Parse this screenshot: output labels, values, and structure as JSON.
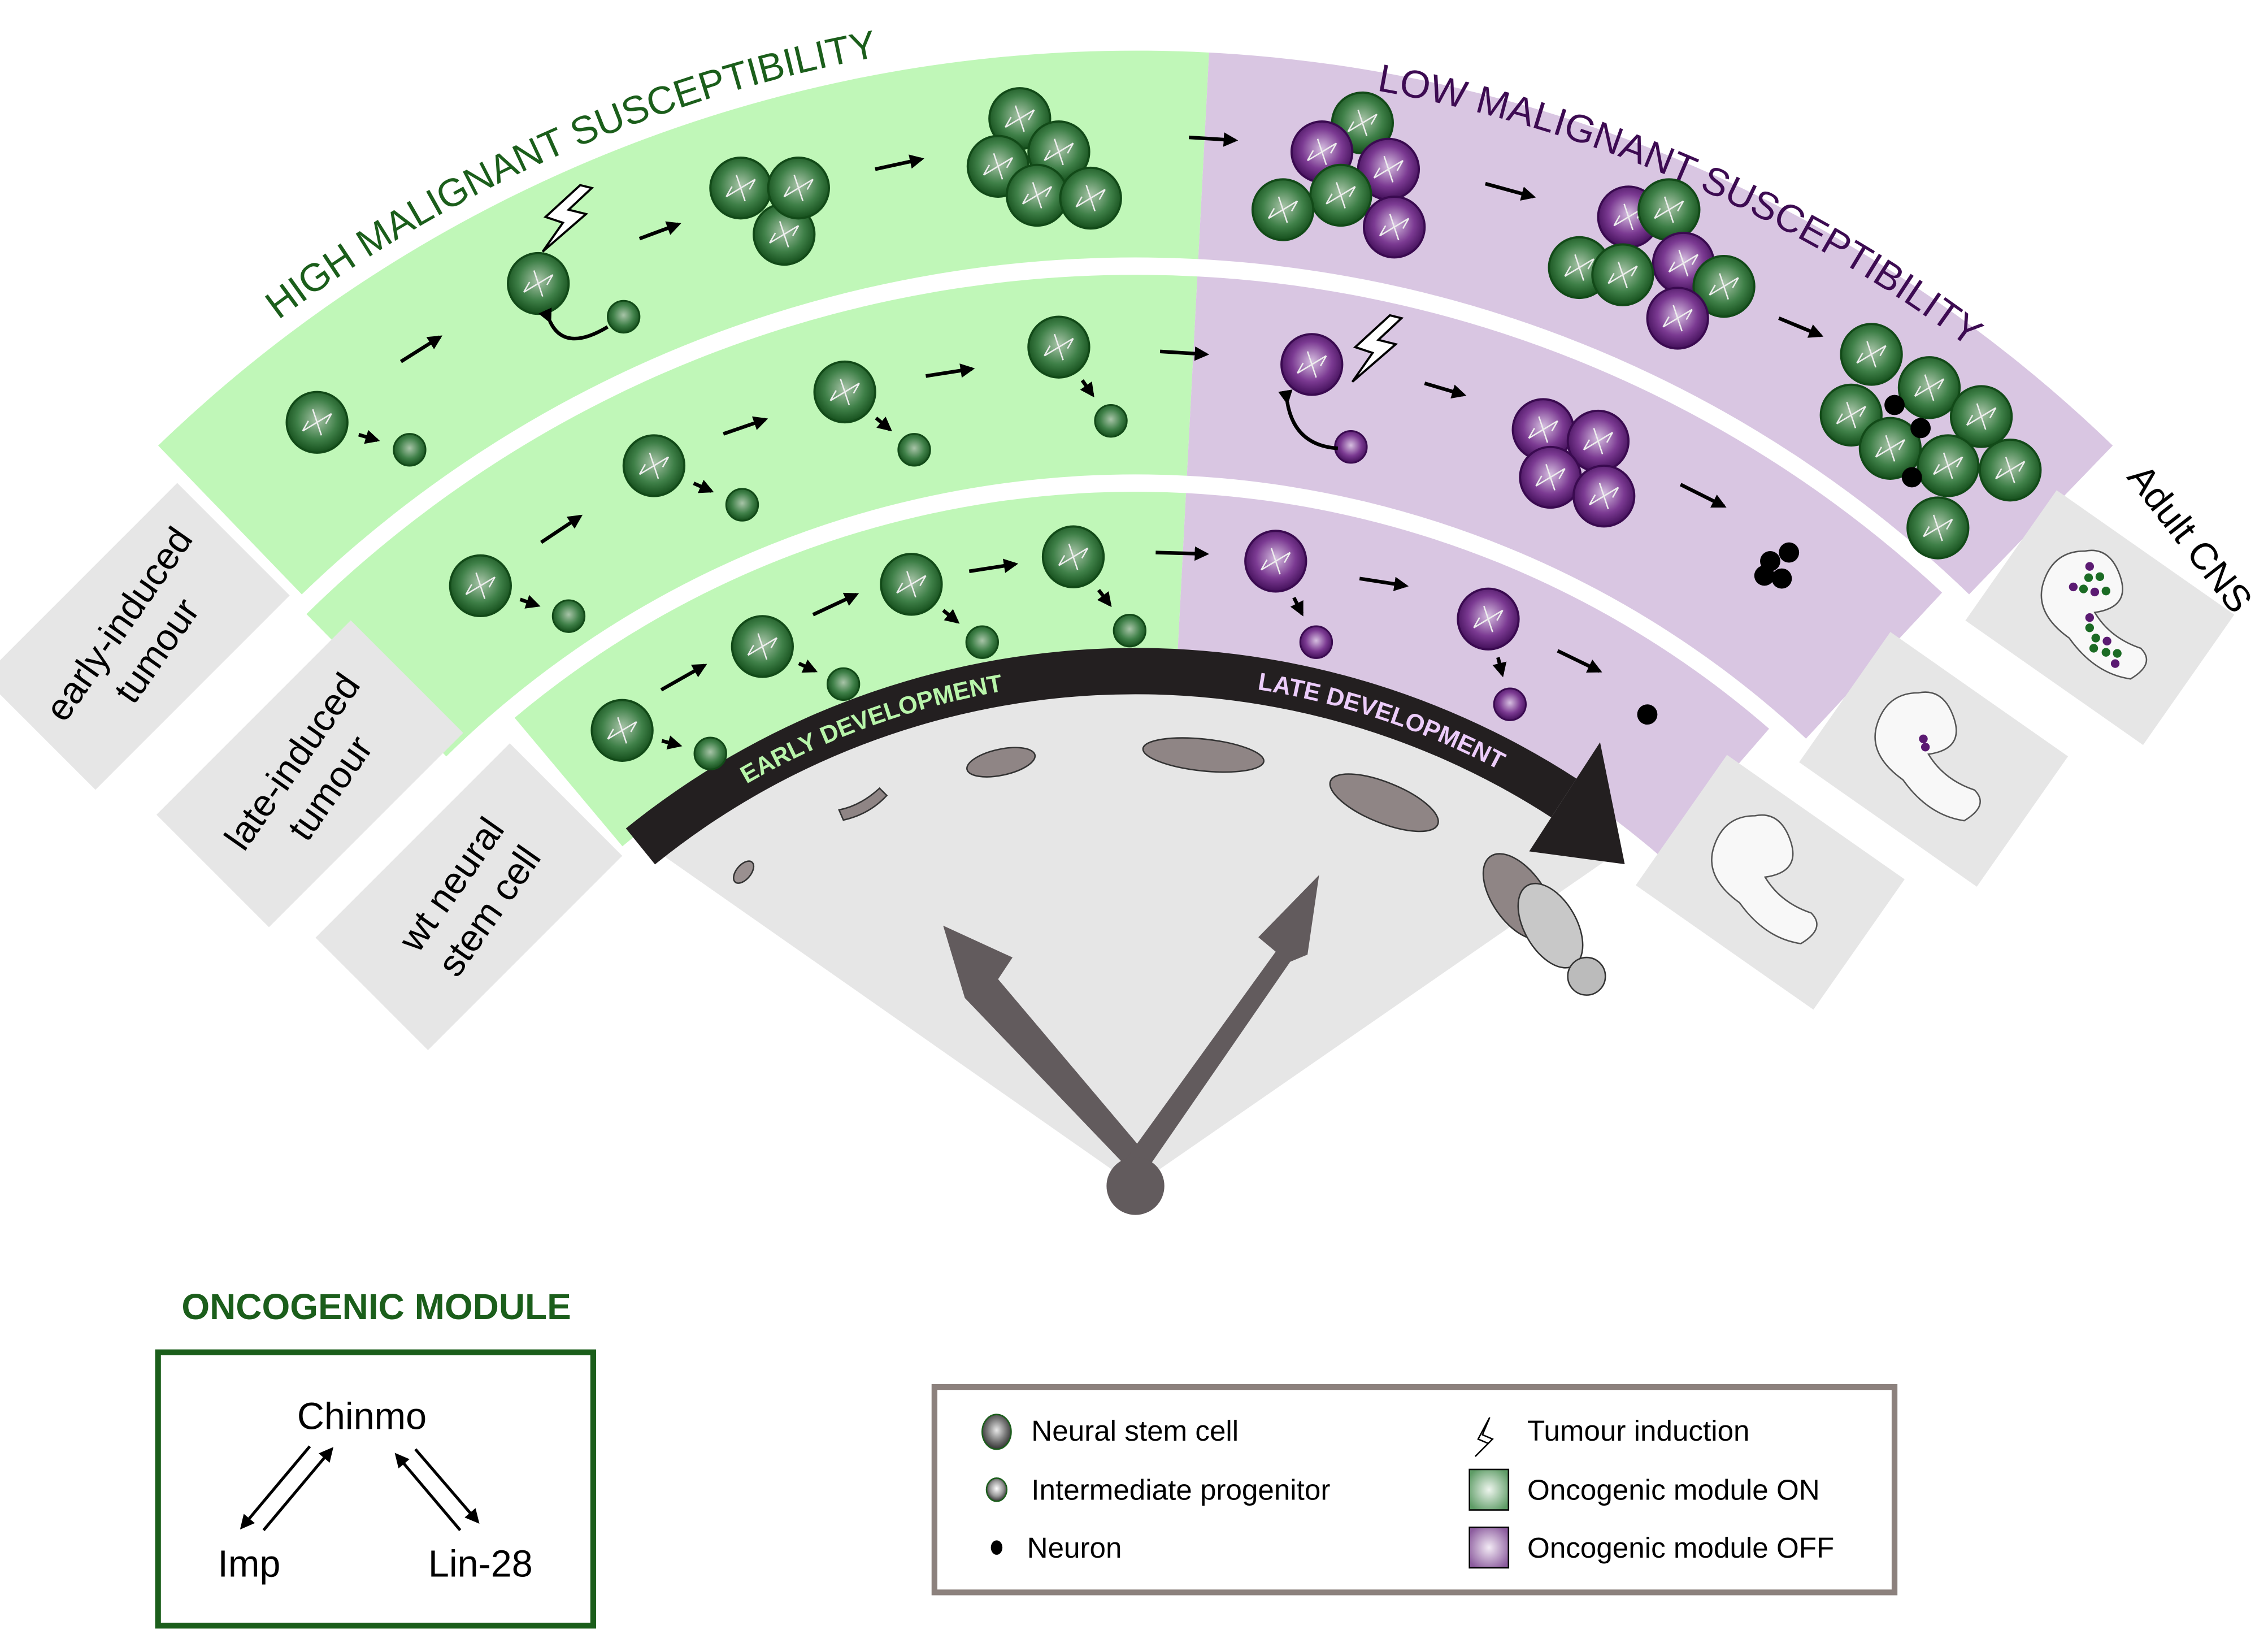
{
  "titles": {
    "high": "HIGH MALIGNANT SUSCEPTIBILITY",
    "low": "LOW MALIGNANT SUSCEPTIBILITY"
  },
  "arrow": {
    "early": "EARLY DEVELOPMENT",
    "late": "LATE DEVELOPMENT"
  },
  "row_labels": [
    {
      "line1": "early-induced",
      "line2": "tumour"
    },
    {
      "line1": "late-induced",
      "line2": "tumour"
    },
    {
      "line1": "wt neural",
      "line2": "stem cell"
    }
  ],
  "adult_cns": "Adult CNS",
  "module": {
    "title": "ONCOGENIC MODULE",
    "top": "Chinmo",
    "left": "Imp",
    "right": "Lin-28"
  },
  "legend": {
    "items": [
      {
        "icon": "neural-stem-cell-icon",
        "label": "Neural stem cell"
      },
      {
        "icon": "intermediate-progenitor-icon",
        "label": "Intermediate progenitor"
      },
      {
        "icon": "neuron-icon",
        "label": "Neuron"
      },
      {
        "icon": "lightning-icon",
        "label": "Tumour induction"
      },
      {
        "icon": "green-square-icon",
        "label": "Oncogenic module ON"
      },
      {
        "icon": "purple-square-icon",
        "label": "Oncogenic module OFF"
      }
    ]
  },
  "colors": {
    "green_band": "#c0f7b8",
    "purple_band": "#d9c6e2",
    "fan_gray": "#e6e6e6",
    "green_cell": "#1b6b24",
    "purple_cell": "#5b1a72",
    "title_green": "#1b5e1b",
    "title_purple": "#3d0b52",
    "arc_black": "#231f20"
  }
}
